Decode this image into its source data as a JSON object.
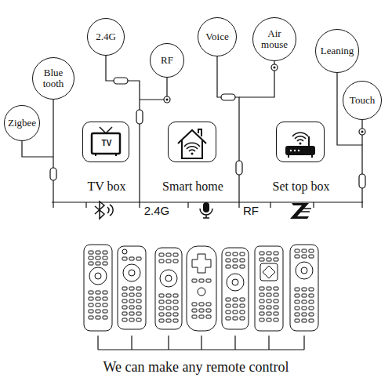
{
  "diagram": {
    "caption": "We can make any remote control",
    "nodes": [
      {
        "text": [
          "Zigbee"
        ]
      },
      {
        "text": [
          "Blue tooth"
        ]
      },
      {
        "text": [
          "2.4G"
        ]
      },
      {
        "text": [
          "RF"
        ]
      },
      {
        "text": [
          "Voice"
        ]
      },
      {
        "text": [
          "Air mouse"
        ]
      },
      {
        "text": [
          "Leaning"
        ]
      },
      {
        "text": [
          "Touch"
        ]
      },
      {
        "text": [
          "TV",
          "TV box"
        ]
      },
      {
        "text": [
          "Smart home"
        ]
      },
      {
        "text": [
          "Set top box"
        ]
      }
    ],
    "labels": [
      "2.4G",
      "RF"
    ]
  }
}
